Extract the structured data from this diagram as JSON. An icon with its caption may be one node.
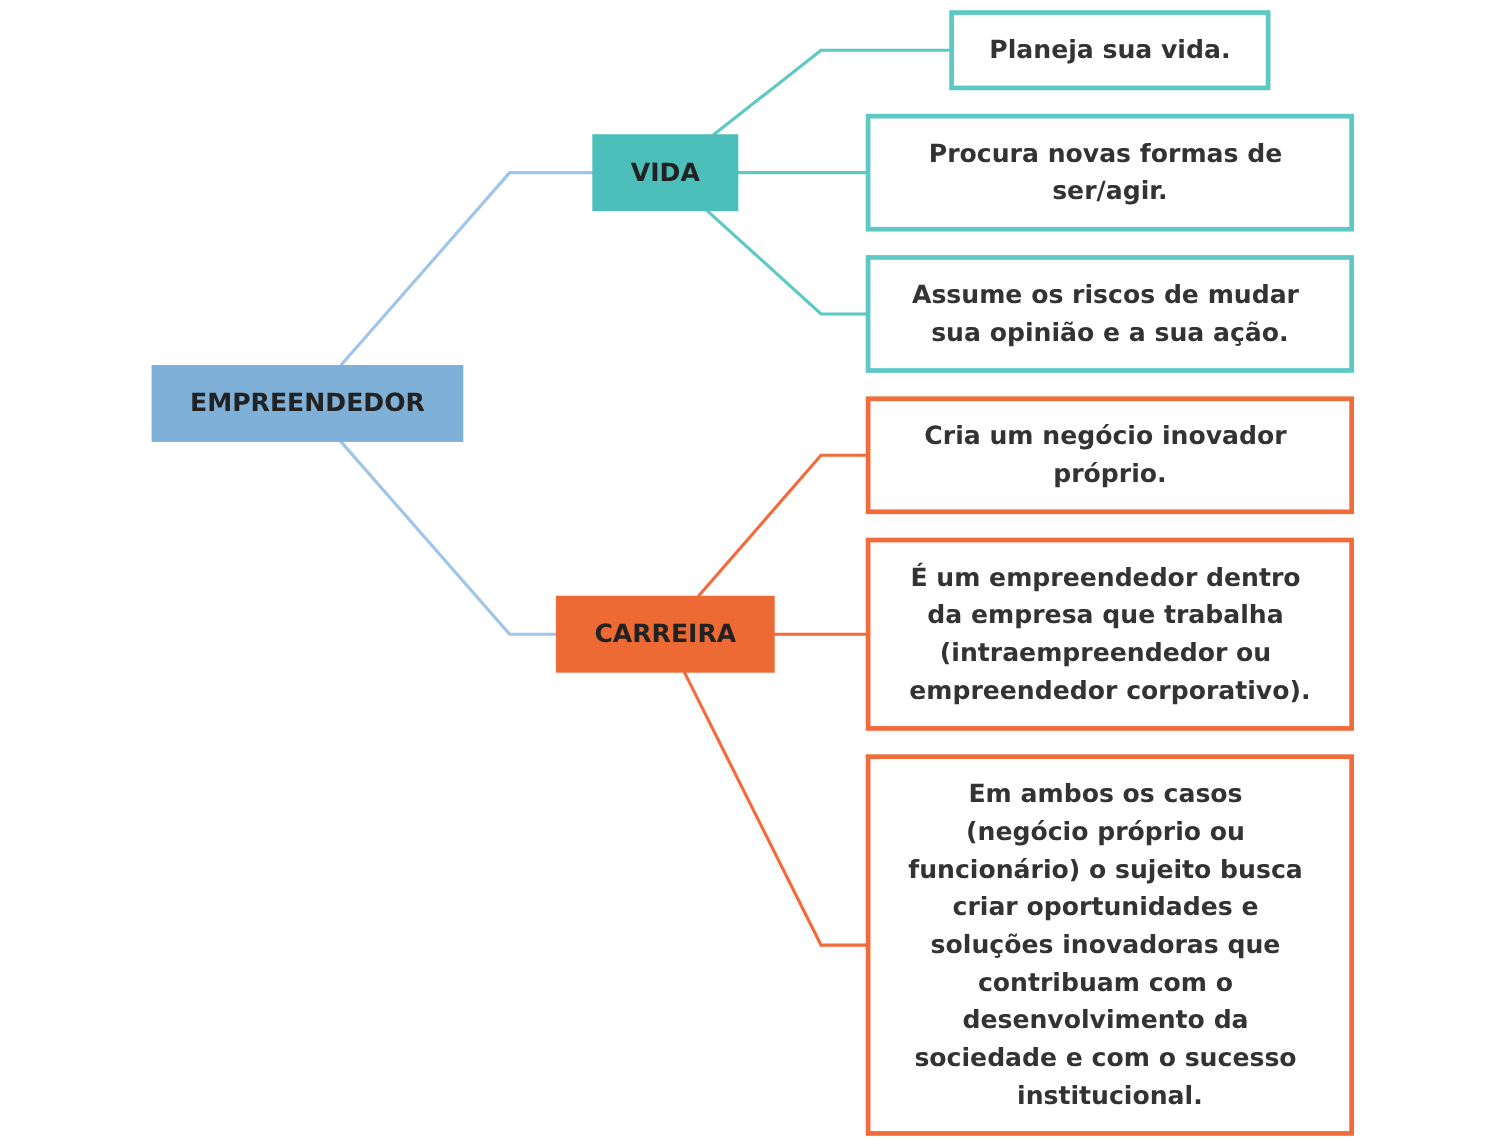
{
  "diagram": {
    "nodes": [
      {
        "text": [
          "EMPREENDEDOR"
        ]
      },
      {
        "text": [
          "VIDA"
        ]
      },
      {
        "text": [
          "Planeja sua vida."
        ]
      },
      {
        "text": [
          "Procura novas formas de ser/agir."
        ]
      },
      {
        "text": [
          "Assume os riscos de mudar sua opinião e a sua ação."
        ]
      },
      {
        "text": [
          "CARREIRA"
        ]
      },
      {
        "text": [
          "Cria um negócio inovador próprio."
        ]
      },
      {
        "text": [
          "É um empreendedor dentro da empresa que trabalha (intraempreendedor ou empreendedor corporativo)."
        ]
      },
      {
        "text": [
          "Em ambos os casos (negócio próprio ou funcionário) o sujeito busca criar oportunidades e soluções inovadoras que contribuam com o desenvolvimento da sociedade e com o sucesso institucional."
        ]
      }
    ],
    "edges": [
      {
        "from": 0,
        "to": 1,
        "arrow": "none",
        "color": "#9fc5e8"
      },
      {
        "from": 0,
        "to": 5,
        "arrow": "none",
        "color": "#9fc5e8"
      },
      {
        "from": 1,
        "to": 2,
        "arrow": "none",
        "color": "#5cc9c4"
      },
      {
        "from": 1,
        "to": 3,
        "arrow": "none",
        "color": "#5cc9c4"
      },
      {
        "from": 1,
        "to": 4,
        "arrow": "none",
        "color": "#5cc9c4"
      },
      {
        "from": 5,
        "to": 6,
        "arrow": "none",
        "color": "#f26b3a"
      },
      {
        "from": 5,
        "to": 7,
        "arrow": "none",
        "color": "#f26b3a"
      },
      {
        "from": 5,
        "to": 8,
        "arrow": "none",
        "color": "#f26b3a"
      }
    ]
  }
}
